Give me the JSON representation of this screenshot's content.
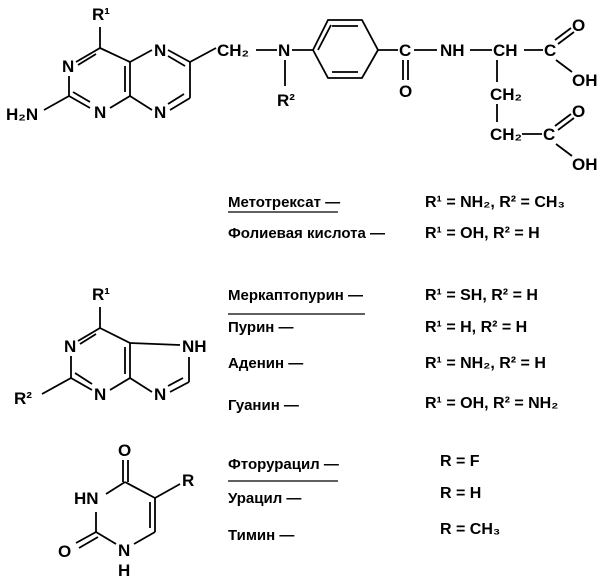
{
  "pterin_structure": {
    "r1": "R¹",
    "r2": "R²",
    "n": "N",
    "h2n": "H₂N",
    "ch2": "CH₂",
    "c": "C",
    "o": "O",
    "nh": "NH",
    "ch": "CH",
    "oh": "OH"
  },
  "purine_structure": {
    "r1": "R¹",
    "r2": "R²",
    "n": "N",
    "nh": "NH"
  },
  "uracil_structure": {
    "o": "O",
    "hn": "HN",
    "n": "N",
    "h": "H",
    "r": "R"
  },
  "antifolates": [
    {
      "name": "Метотрексат —",
      "value": "R¹ = NH₂, R² = CH₃",
      "underlined": true
    },
    {
      "name": "Фолиевая кислота —",
      "value": "R¹ = OH,  R² = H",
      "underlined": false
    }
  ],
  "purines": [
    {
      "name": "Меркаптопурин —",
      "value": "R¹ = SH,  R² = H",
      "underlined": true
    },
    {
      "name": "Пурин —",
      "value": "R¹ = H,    R² = H",
      "underlined": false
    },
    {
      "name": "Аденин —",
      "value": "R¹ = NH₂, R² = H",
      "underlined": false
    },
    {
      "name": "Гуанин —",
      "value": "R¹ = OH,  R² = NH₂",
      "underlined": false
    }
  ],
  "pyrimidines": [
    {
      "name": "Фторурацил —",
      "value": "R = F",
      "underlined": true
    },
    {
      "name": "Урацил —",
      "value": "R = H",
      "underlined": false
    },
    {
      "name": "Тимин —",
      "value": "R = CH₃",
      "underlined": false
    }
  ]
}
